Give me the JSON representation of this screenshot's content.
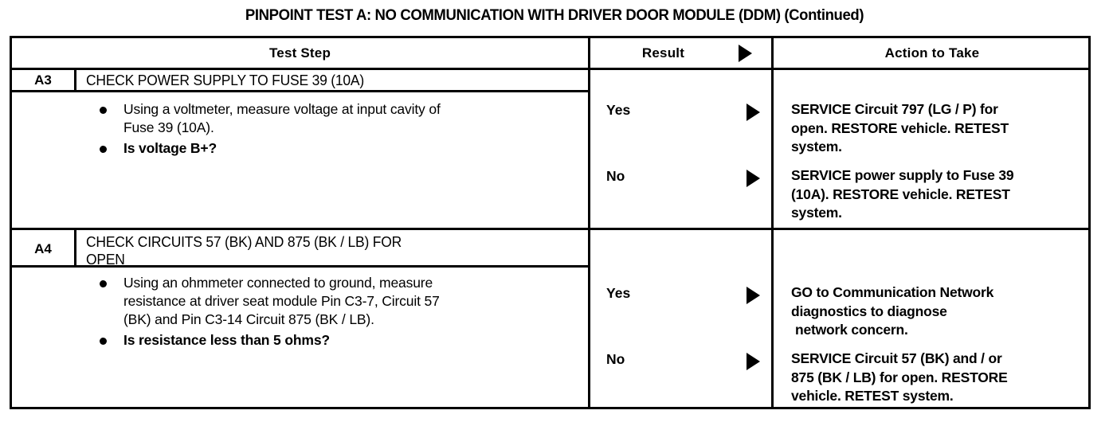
{
  "document": {
    "title": "PINPOINT TEST A: NO COMMUNICATION WITH DRIVER DOOR MODULE (DDM) (Continued)"
  },
  "table": {
    "headers": {
      "test_step": "Test Step",
      "result": "Result",
      "action": "Action to Take"
    },
    "steps": [
      {
        "id": "A3",
        "number": "A3",
        "title": "CHECK POWER SUPPLY TO FUSE 39 (10A)",
        "bullets": [
          {
            "bold": false,
            "line1": "Using a voltmeter, measure voltage at input cavity of",
            "line2": "Fuse 39 (10A)."
          },
          {
            "bold": true,
            "line1": "Is voltage B+?",
            "line2": ""
          }
        ],
        "branches": [
          {
            "result": "Yes",
            "action_line1": "SERVICE Circuit 797 (LG / P) for",
            "action_line2": "open. RESTORE vehicle. RETEST",
            "action_line3": "system."
          },
          {
            "result": "No",
            "action_line1": "SERVICE power supply to Fuse 39",
            "action_line2": "(10A). RESTORE vehicle. RETEST",
            "action_line3": "system."
          }
        ]
      },
      {
        "id": "A4",
        "number": "A4",
        "title_line1": "CHECK CIRCUITS 57 (BK) AND 875 (BK / LB) FOR",
        "title_line2": "OPEN",
        "bullets": [
          {
            "bold": false,
            "line1": "Using an ohmmeter connected to ground, measure",
            "line2": "resistance at driver seat module Pin C3-7, Circuit 57",
            "line3": "(BK) and Pin C3-14 Circuit 875 (BK / LB)."
          },
          {
            "bold": true,
            "line1": "Is resistance less than 5 ohms?",
            "line2": "",
            "line3": ""
          }
        ],
        "branches": [
          {
            "result": "Yes",
            "action_line1": "GO to Communication Network",
            "action_line2": "diagnostics to diagnose",
            "action_line3": "network concern."
          },
          {
            "result": "No",
            "action_line1": "SERVICE Circuit 57 (BK) and / or",
            "action_line2": "875 (BK / LB) for open. RESTORE",
            "action_line3": "vehicle. RETEST system."
          }
        ]
      }
    ]
  },
  "icons": {
    "arrow": "triangle-right-icon"
  },
  "colors": {
    "ink": "#000000",
    "paper": "#ffffff"
  }
}
